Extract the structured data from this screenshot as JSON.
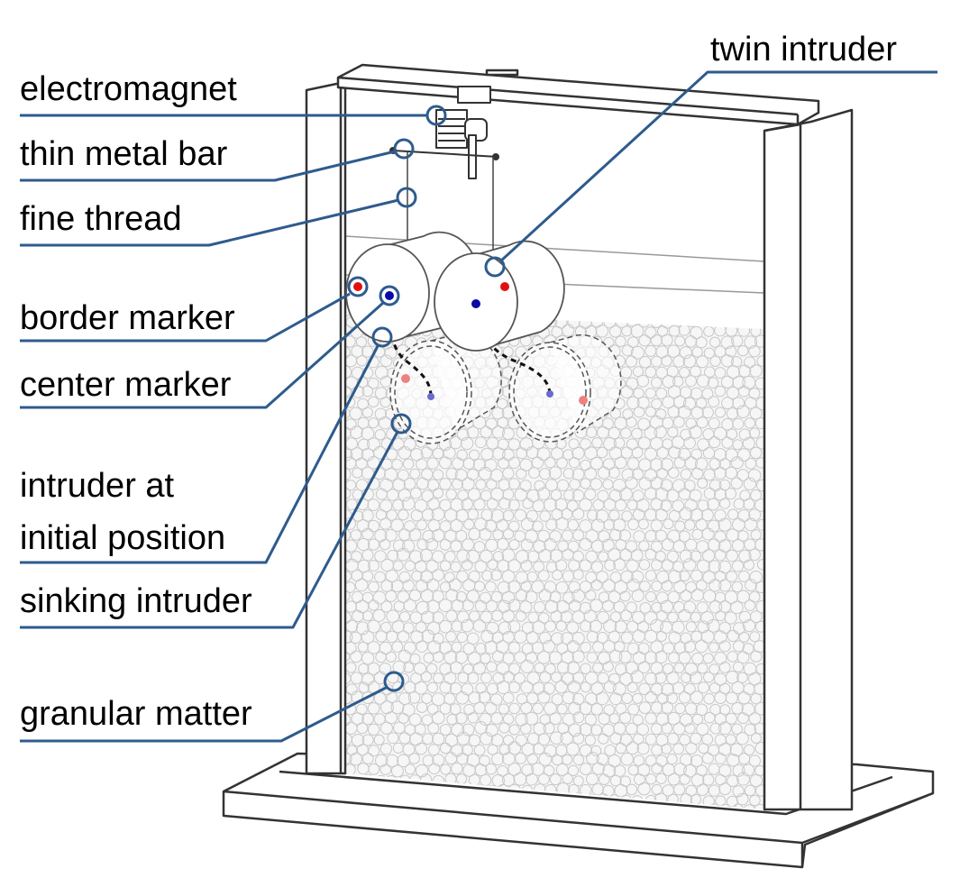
{
  "labels": {
    "electromagnet": "electromagnet",
    "thin_metal_bar": "thin metal bar",
    "fine_thread": "fine thread",
    "border_marker": "border marker",
    "center_marker": "center marker",
    "intruder_initial_line1": "intruder at",
    "intruder_initial_line2": "initial position",
    "sinking_intruder": "sinking intruder",
    "granular_matter": "granular matter",
    "twin_intruder": "twin intruder"
  },
  "colors": {
    "leader": "#2e5b8d",
    "frame": "#333333",
    "border_marker": "#e01010",
    "center_marker": "#0a0aa8",
    "faded_border_marker": "#f08080",
    "faded_center_marker": "#6a6ad0",
    "granule": "#c8c8c8"
  }
}
